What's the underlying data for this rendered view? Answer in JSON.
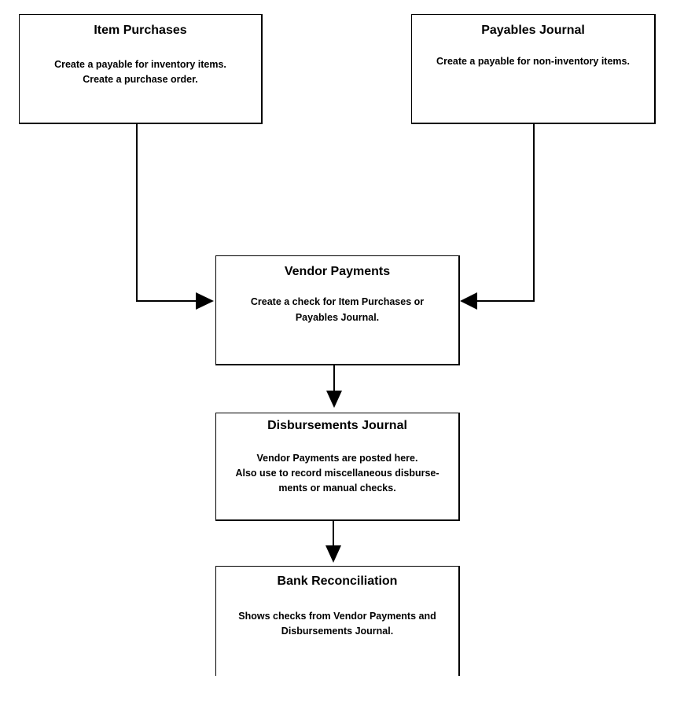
{
  "boxes": {
    "item_purchases": {
      "title": "Item Purchases",
      "lines": [
        "Create a payable for inventory items.",
        "Create a purchase order."
      ]
    },
    "payables_journal": {
      "title": "Payables Journal",
      "lines": [
        "Create a payable for non-inventory items."
      ]
    },
    "vendor_payments": {
      "title": "Vendor Payments",
      "lines": [
        "Create a check for Item Purchases or",
        "Payables Journal."
      ]
    },
    "disbursements_journal": {
      "title": "Disbursements Journal",
      "lines": [
        "Vendor Payments are posted here.",
        "Also use to record miscellaneous disburse-",
        "ments or manual checks."
      ]
    },
    "bank_reconciliation": {
      "title": "Bank Reconciliation",
      "lines": [
        "Shows checks from Vendor Payments and",
        "Disbursements Journal."
      ]
    }
  },
  "colors": {
    "line": "#000000",
    "background": "#ffffff"
  }
}
